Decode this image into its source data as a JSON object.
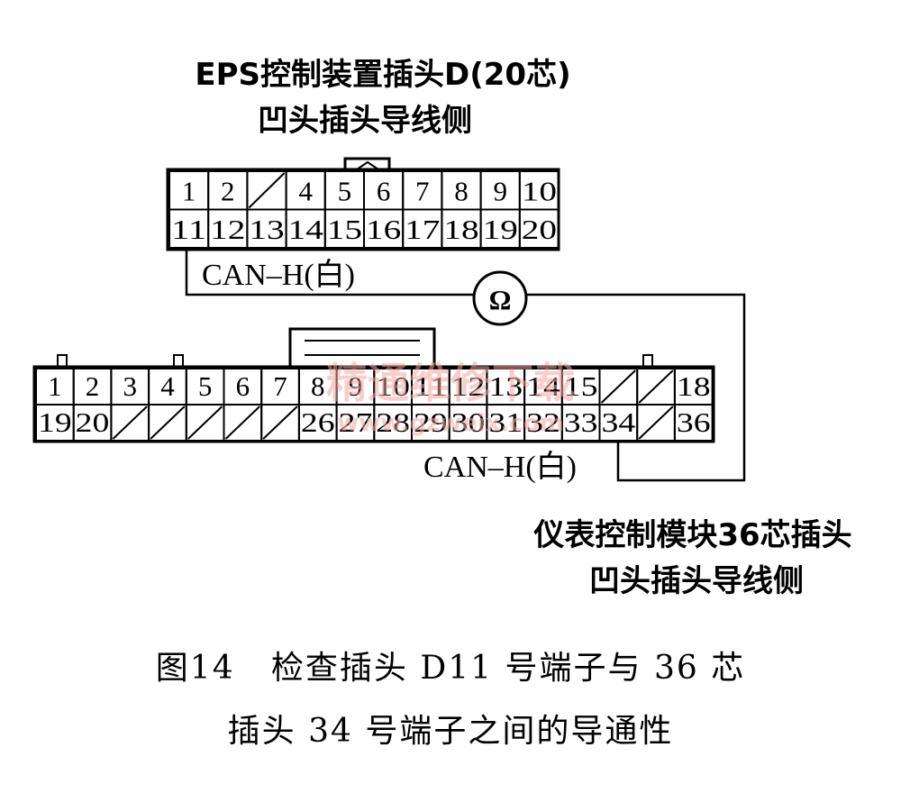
{
  "eps_connector": {
    "title_line1": "EPS控制装置插头D(20芯)",
    "title_line2": "凹头插头导线侧",
    "row1": [
      "1",
      "2",
      "",
      "4",
      "5",
      "6",
      "7",
      "8",
      "9",
      "10"
    ],
    "row2": [
      "11",
      "12",
      "13",
      "14",
      "15",
      "16",
      "17",
      "18",
      "19",
      "20"
    ]
  },
  "meter_symbol": "Ω",
  "wire_labels": {
    "top": "CAN–H(白)",
    "bottom": "CAN–H(白)"
  },
  "cluster_connector": {
    "title_line1": "仪表控制模块36芯插头",
    "title_line2": "凹头插头导线侧",
    "row1": [
      "1",
      "2",
      "3",
      "4",
      "5",
      "6",
      "7",
      "8",
      "9",
      "10",
      "11",
      "12",
      "13",
      "14",
      "15",
      "",
      "",
      "18"
    ],
    "row2": [
      "19",
      "20",
      "",
      "",
      "",
      "",
      "",
      "26",
      "27",
      "28",
      "29",
      "30",
      "31",
      "32",
      "33",
      "34",
      "",
      "36"
    ]
  },
  "watermark": {
    "line1": "精通维修下载",
    "line2": "www.gzweix.com"
  },
  "caption": {
    "line1": "图14   检查插头 D11 号端子与 36 芯",
    "line2": "插头 34 号端子之间的导通性"
  }
}
